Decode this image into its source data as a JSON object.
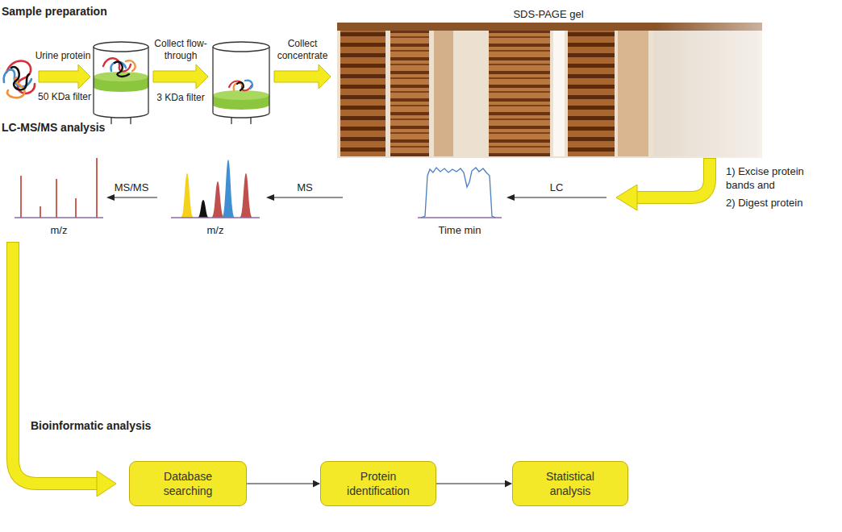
{
  "diagram": {
    "nodes": [
      {
        "text": [
          "Database searching"
        ]
      },
      {
        "text": [
          "Protein identification"
        ]
      },
      {
        "text": [
          "Statistical analysis"
        ]
      }
    ],
    "edges": [
      {
        "from": 0,
        "to": 1,
        "arrow": "to"
      },
      {
        "from": 1,
        "to": 2,
        "arrow": "to"
      }
    ],
    "labels": [
      "Sample preparation",
      "Urine protein",
      "50 KDa filter",
      "Collect flow-through",
      "3 KDa filter",
      "Collect concentrate",
      "SDS-PAGE gel",
      "1) Excise protein bands and",
      "2) Digest protein",
      "LC-MS/MS analysis",
      "MS/MS",
      "MS",
      "LC",
      "m/z",
      "m/z",
      "Time min",
      "Bioinformatic analysis"
    ]
  }
}
